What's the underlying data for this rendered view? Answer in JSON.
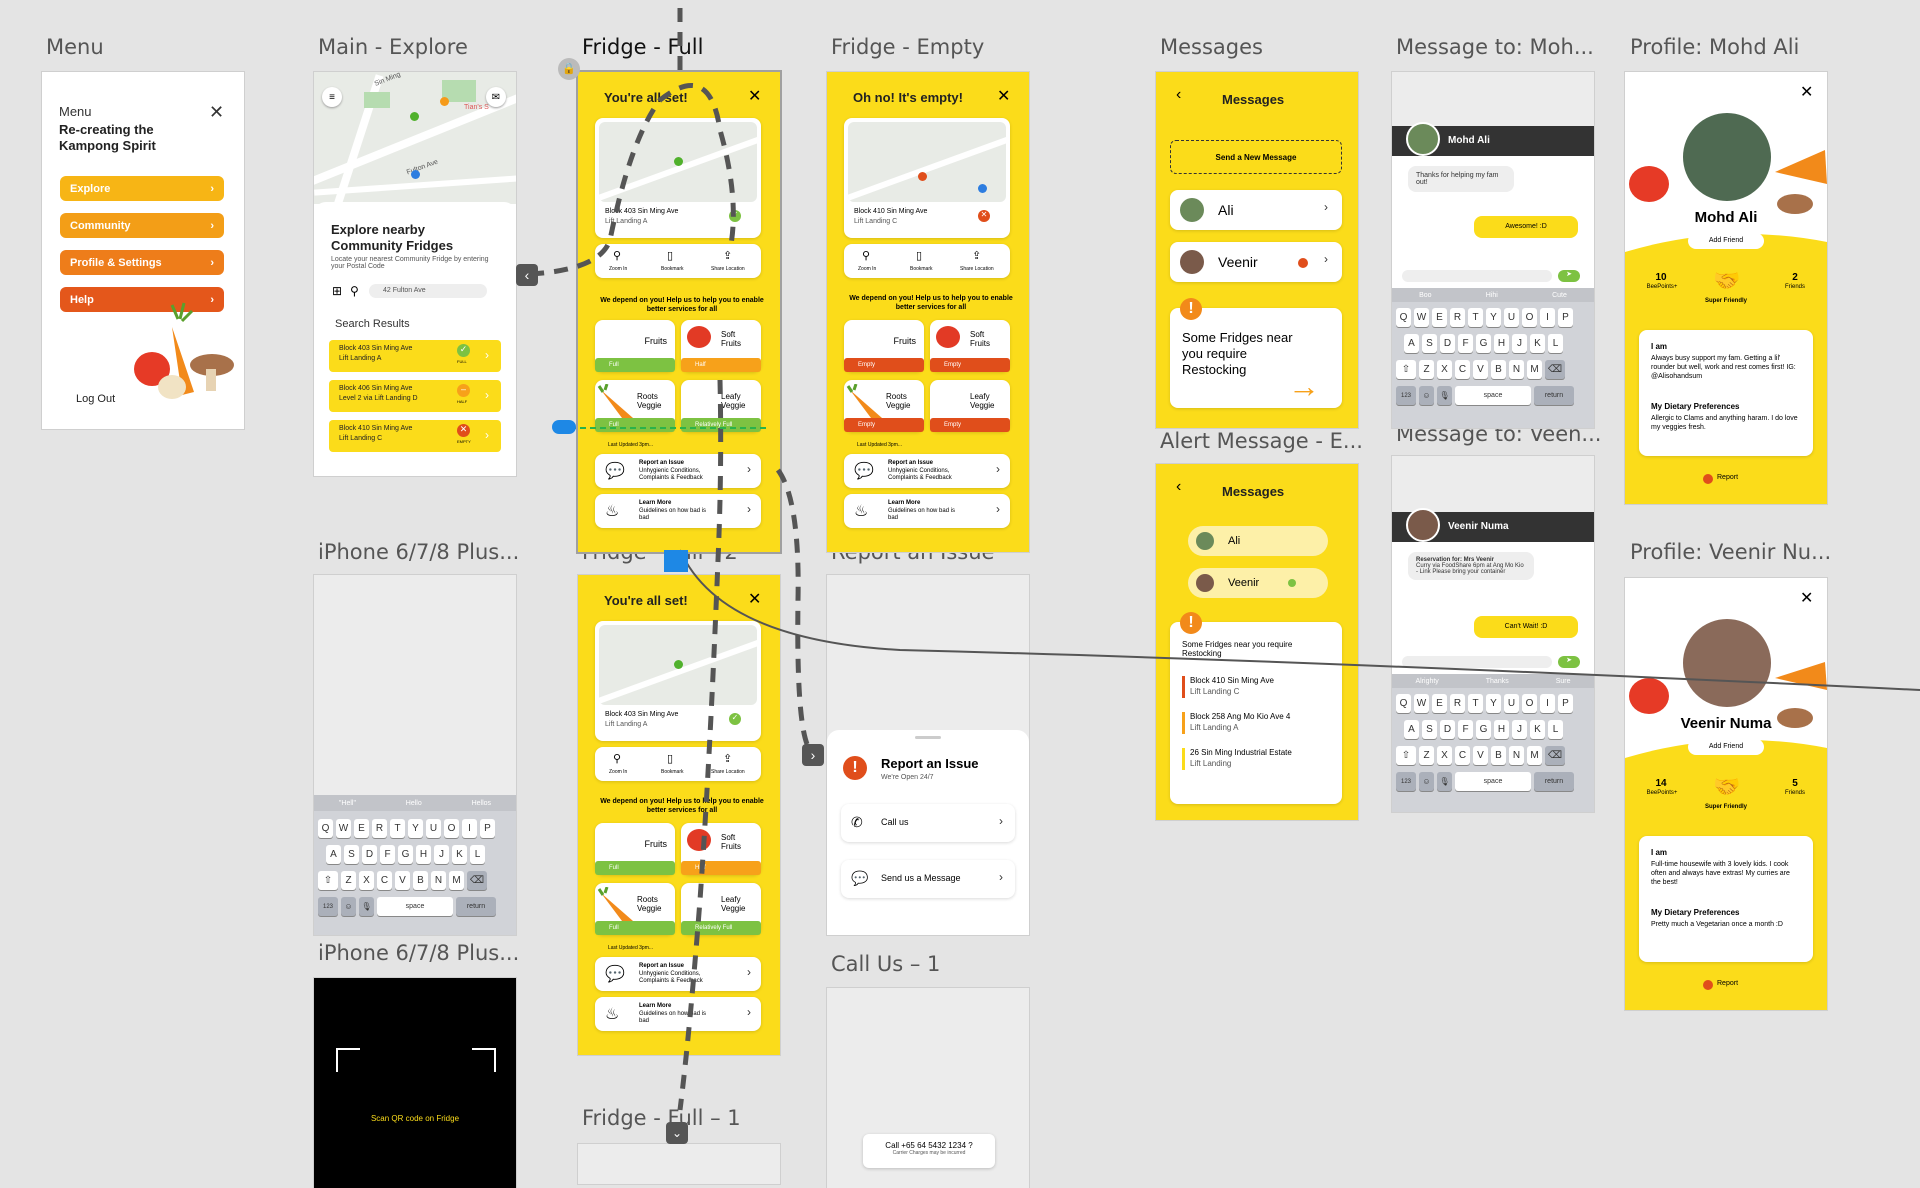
{
  "artboards": {
    "menu": "Menu",
    "main_explore": "Main - Explore",
    "fridge_full": "Fridge - Full",
    "fridge_empty": "Fridge - Empty",
    "messages": "Messages",
    "message_moh": "Message to: Moh...",
    "profile_ali": "Profile: Mohd Ali",
    "iphone1": "iPhone 6/7/8 Plus...",
    "fridge_full2": "Fridge - Full - 2",
    "report": "Report an Issue",
    "alert_message": "Alert Message - E...",
    "message_veen": "Message to: Veen...",
    "profile_veenir": "Profile: Veenir Nu...",
    "iphone2": "iPhone 6/7/8 Plus...",
    "call_us": "Call Us – 1",
    "fridge_full1": "Fridge - Full – 1"
  },
  "menu": {
    "label": "Menu",
    "title": "Re-creating the Kampong Spirit",
    "items": [
      "Explore",
      "Community",
      "Profile & Settings",
      "Help"
    ],
    "logout": "Log Out"
  },
  "explore": {
    "title": "Explore nearby Community Fridges",
    "subtitle": "Locate your nearest Community Fridge by entering your Postal Code",
    "search_value": "42 Fulton Ave",
    "results_label": "Search Results",
    "results": [
      {
        "line1": "Block 403 Sin Ming Ave",
        "line2": "Lift Landing A",
        "status": "FULL"
      },
      {
        "line1": "Block 406 Sin Ming Ave",
        "line2": "Level 2 via Lift Landing D",
        "status": "HALF"
      },
      {
        "line1": "Block 410 Sin Ming Ave",
        "line2": "Lift Landing C",
        "status": "EMPTY"
      }
    ],
    "map_labels": [
      "Sin Ming",
      "Fulton Ave",
      "Tian's S"
    ]
  },
  "fridge_full": {
    "title": "You're all set!",
    "address": "Block 403 Sin Ming Ave",
    "landing": "Lift Landing A",
    "actions": [
      "Zoom In",
      "Bookmark",
      "Share Location"
    ],
    "notice": "We depend on you! Help us to help you to enable better services for all",
    "items": [
      {
        "name": "Fruits",
        "level": "Full"
      },
      {
        "name": "Soft Fruits",
        "level": "Half"
      },
      {
        "name": "Roots Veggie",
        "level": "Full"
      },
      {
        "name": "Leafy Veggie",
        "level": "Relatively Full"
      }
    ],
    "updated": "Last Updated 3pm...",
    "report_title": "Report an Issue",
    "report_sub": "Unhygienic Conditions, Complaints & Feedback",
    "learn_title": "Learn More",
    "learn_sub": "Guidelines on how bad is bad"
  },
  "fridge_empty": {
    "title": "Oh no! It's empty!",
    "address": "Block 410 Sin Ming Ave",
    "landing": "Lift Landing C",
    "items": [
      {
        "name": "Fruits",
        "level": "Empty"
      },
      {
        "name": "Soft Fruits",
        "level": "Empty"
      },
      {
        "name": "Roots Veggie",
        "level": "Empty"
      },
      {
        "name": "Leafy Veggie",
        "level": "Empty"
      }
    ]
  },
  "messages": {
    "title": "Messages",
    "new_message": "Send a New Message",
    "contacts": [
      "Ali",
      "Veenir"
    ],
    "alert": "Some Fridges near you require Restocking"
  },
  "alert_screen": {
    "title": "Messages",
    "contacts": [
      "Ali",
      "Veenir"
    ],
    "alert": "Some Fridges near you require Restocking",
    "fridges": [
      {
        "line1": "Block 410 Sin Ming Ave",
        "line2": "Lift Landing C"
      },
      {
        "line1": "Block 258 Ang Mo Kio Ave 4",
        "line2": "Lift Landing A"
      },
      {
        "line1": "26 Sin Ming Industrial Estate",
        "line2": "Lift Landing"
      }
    ]
  },
  "chat_ali": {
    "name": "Mohd Ali",
    "in_msg": "Thanks for helping my fam out!",
    "out_msg": "Awesome! :D",
    "suggestions": [
      "Boo",
      "Hihi",
      "Cute"
    ]
  },
  "chat_veenir": {
    "name": "Veenir Numa",
    "in_title": "Reservation for: Mrs Veenir",
    "in_msg": "Curry via FoodShare 6pm at Ang Mo Kio - Link Please bring your container",
    "out_msg": "Can't Wait! :D",
    "suggestions": [
      "Alrighty",
      "Thanks",
      "Sure"
    ]
  },
  "keyboard": {
    "row1": [
      "Q",
      "W",
      "E",
      "R",
      "T",
      "Y",
      "U",
      "O",
      "I",
      "P"
    ],
    "row2": [
      "A",
      "S",
      "D",
      "F",
      "G",
      "H",
      "J",
      "K",
      "L"
    ],
    "row3": [
      "Z",
      "X",
      "C",
      "V",
      "B",
      "N",
      "M"
    ],
    "num": "123",
    "space": "space",
    "return": "return"
  },
  "iphone1": {
    "suggestions": [
      "\"Hell\"",
      "Hello",
      "Hellos"
    ]
  },
  "scan": {
    "text": "Scan QR code on Fridge"
  },
  "report_screen": {
    "title": "Report an Issue",
    "subtitle": "We're Open 24/7",
    "call": "Call us",
    "message": "Send us a Message"
  },
  "call_screen": {
    "text": "Call +65 64 5432 1234 ?",
    "sub": "Carrier Charges may be incurred"
  },
  "profile_ali": {
    "name": "Mohd Ali",
    "add": "Add Friend",
    "points": "10",
    "points_label": "BeePoints+",
    "badge": "Super Friendly",
    "friends": "2",
    "friends_label": "Friends",
    "about_title": "I am",
    "about": "Always busy support my fam. Getting a lil' rounder but well, work and rest comes first! IG: @Alisohandsum",
    "diet_title": "My Dietary Preferences",
    "diet": "Allergic to Clams and anything haram. I do love my veggies fresh.",
    "report": "Report"
  },
  "profile_veenir": {
    "name": "Veenir Numa",
    "add": "Add Friend",
    "points": "14",
    "points_label": "BeePoints+",
    "badge": "Super Friendly",
    "friends": "5",
    "friends_label": "Friends",
    "about_title": "I am",
    "about": "Full-time housewife with 3 lovely kids. I cook often and always have extras! My curries are the best!",
    "diet_title": "My Dietary Preferences",
    "diet": "Pretty much a Vegetarian once a month :D",
    "report": "Report"
  },
  "colors": {
    "yellow": "#fbdc1a",
    "orange": "#f7a11a",
    "green": "#7dc242",
    "red": "#e04e1b"
  }
}
